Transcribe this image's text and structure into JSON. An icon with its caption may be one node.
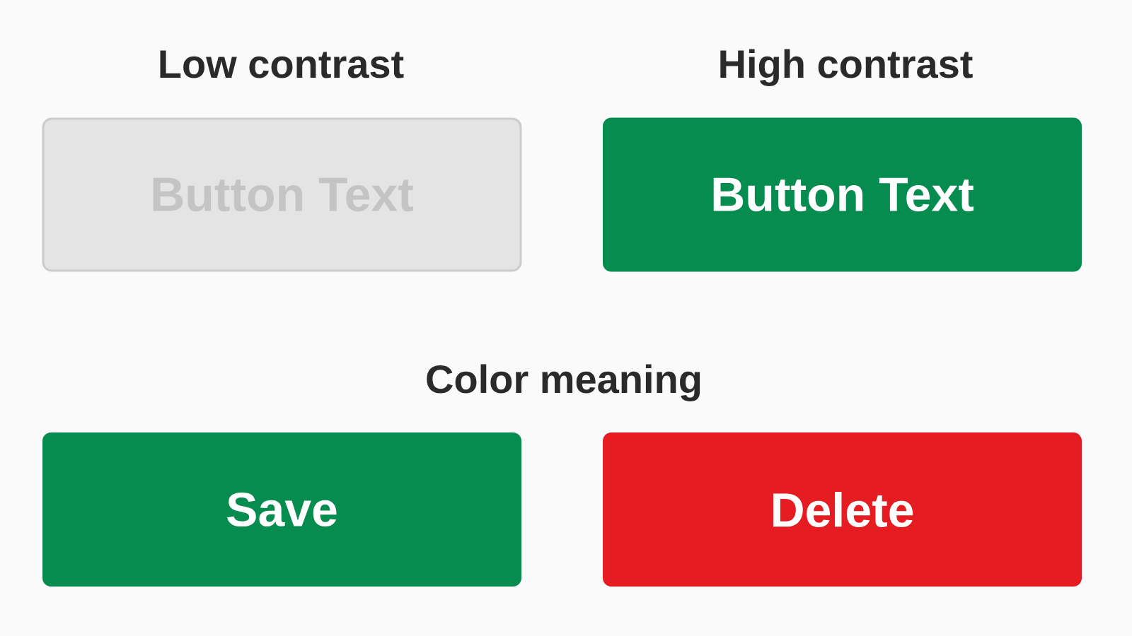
{
  "diagram": {
    "nodes": [
      {
        "text": [
          "Button Text"
        ]
      },
      {
        "text": [
          "Button Text"
        ]
      },
      {
        "text": [
          "Save"
        ]
      },
      {
        "text": [
          "Delete"
        ]
      }
    ],
    "labels": [
      "Low contrast",
      "High contrast",
      "Color meaning"
    ]
  }
}
